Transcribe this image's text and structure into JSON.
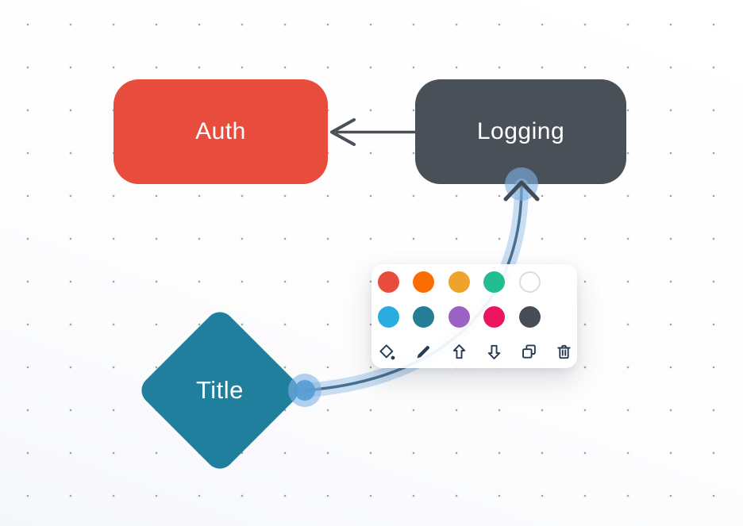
{
  "canvas": {
    "dot_color": "#82888e",
    "background": "#fdfdfe"
  },
  "nodes": [
    {
      "id": "auth",
      "label": "Auth",
      "shape": "rounded-rect",
      "color": "#e84c3d",
      "text_color": "#ffffff"
    },
    {
      "id": "logging",
      "label": "Logging",
      "shape": "rounded-rect",
      "color": "#4a5058",
      "text_color": "#ffffff"
    },
    {
      "id": "title",
      "label": "Title",
      "shape": "diamond",
      "color": "#217f9e",
      "text_color": "#ffffff"
    }
  ],
  "edges": [
    {
      "from": "Logging",
      "to": "Auth",
      "type": "straight-arrow",
      "selected": false,
      "color": "#4a5058"
    },
    {
      "from": "Title",
      "to": "Logging",
      "type": "curved-arrow",
      "selected": true,
      "highlight_color": "#9cc3e8",
      "line_color": "#47708f",
      "handle_color": "#7fb2e6",
      "handle_core_color": "#549bd3",
      "arrowhead_color": "#414a55"
    }
  ],
  "context_toolbar": {
    "icon_color": "#273c54",
    "swatch_rows": [
      [
        {
          "name": "red",
          "hex": "#e84c3d"
        },
        {
          "name": "orange",
          "hex": "#fb6d02"
        },
        {
          "name": "amber",
          "hex": "#efa32a"
        },
        {
          "name": "green",
          "hex": "#22bd90"
        },
        {
          "name": "white",
          "hex": "#ffffff"
        }
      ],
      [
        {
          "name": "sky-blue",
          "hex": "#2aabe2"
        },
        {
          "name": "teal",
          "hex": "#257d96"
        },
        {
          "name": "purple",
          "hex": "#9c62c3"
        },
        {
          "name": "pink",
          "hex": "#ed155f"
        },
        {
          "name": "dark-slate",
          "hex": "#474d57"
        }
      ]
    ],
    "actions": [
      {
        "name": "fill-color"
      },
      {
        "name": "edit"
      },
      {
        "name": "bring-forward"
      },
      {
        "name": "send-backward"
      },
      {
        "name": "duplicate"
      },
      {
        "name": "delete"
      }
    ]
  }
}
